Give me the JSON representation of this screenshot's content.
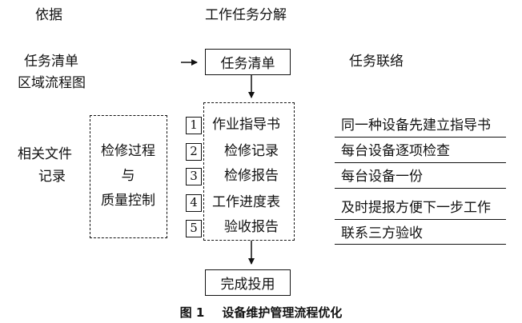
{
  "headers": {
    "basis": "依据",
    "breakdown": "工作任务分解"
  },
  "left": {
    "task_list": "任务清单",
    "flowchart": "区域流程图",
    "related_files": "相关文件",
    "records": "记录"
  },
  "process": {
    "line1": "检修过程",
    "line2": "与",
    "line3": "质量控制"
  },
  "boxes": {
    "task_list": "任务清单",
    "complete": "完成投用"
  },
  "contact_label": "任务联络",
  "items": [
    {
      "num": "1",
      "label": "作业指导书",
      "note": "同一种设备先建立指导书"
    },
    {
      "num": "2",
      "label": "检修记录",
      "note": "每台设备逐项检查"
    },
    {
      "num": "3",
      "label": "检修报告",
      "note": "每台设备一份"
    },
    {
      "num": "4",
      "label": "工作进度表",
      "note": "及时提报方便下一步工作"
    },
    {
      "num": "5",
      "label": "验收报告",
      "note": "联系三方验收"
    }
  ],
  "caption": {
    "fig": "图 1",
    "title": "设备维护管理流程优化"
  }
}
